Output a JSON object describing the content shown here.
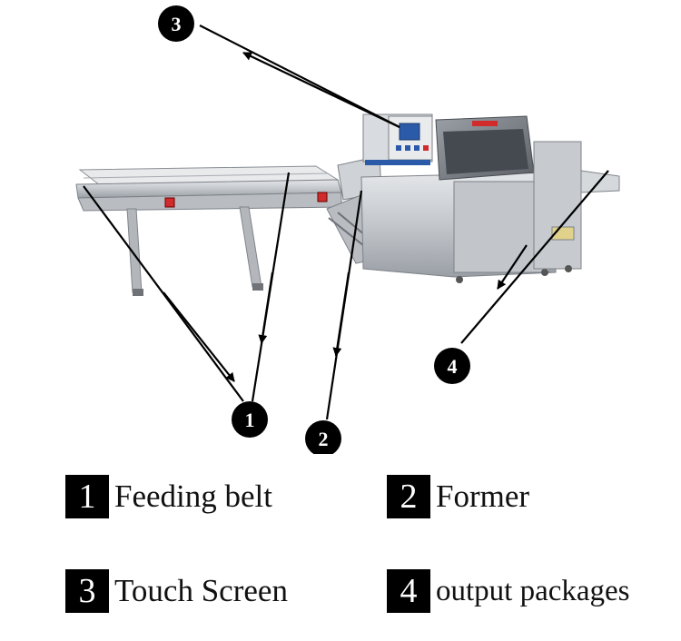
{
  "callouts": [
    "3",
    "4",
    "1",
    "2"
  ],
  "legend": [
    {
      "number": "1",
      "label": "Feeding belt"
    },
    {
      "number": "2",
      "label": "Former"
    },
    {
      "number": "3",
      "label": "Touch Screen"
    },
    {
      "number": "4",
      "label": "output packages"
    }
  ],
  "colors": {
    "steel": "#c9ccd0",
    "steel_dark": "#8e9297",
    "panel_blue": "#2a5aa8",
    "red_button": "#d22b2b",
    "ink": "#000000"
  }
}
